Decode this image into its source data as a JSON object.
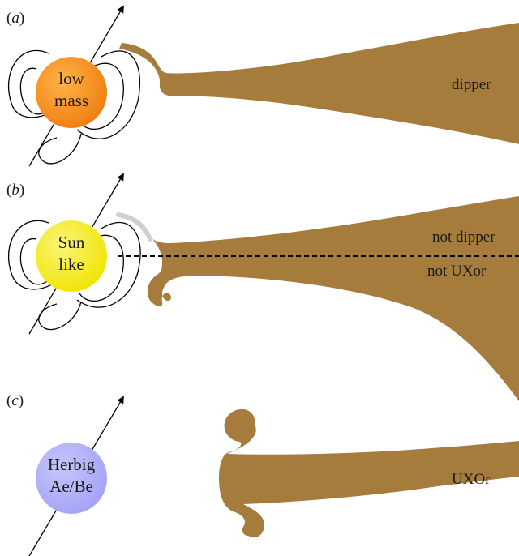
{
  "panels": [
    {
      "label": "a",
      "star_lines": [
        "low",
        "mass"
      ],
      "star_color": "#f07d10",
      "star_highlight": "#ffb347",
      "region_labels": [
        "dipper"
      ]
    },
    {
      "label": "b",
      "star_lines": [
        "Sun",
        "like"
      ],
      "star_color": "#f0e400",
      "star_highlight": "#fbf57a",
      "region_labels": [
        "not dipper",
        "not UXor"
      ]
    },
    {
      "label": "c",
      "star_lines": [
        "Herbig",
        "Ae/Be"
      ],
      "star_color": "#a3a3f6",
      "star_highlight": "#c6c6fb",
      "region_labels": [
        "UXOr"
      ]
    }
  ],
  "colors": {
    "disk": "#a57c3c",
    "accretion_stream": "#cfcfcf",
    "field_lines": "#000000"
  }
}
